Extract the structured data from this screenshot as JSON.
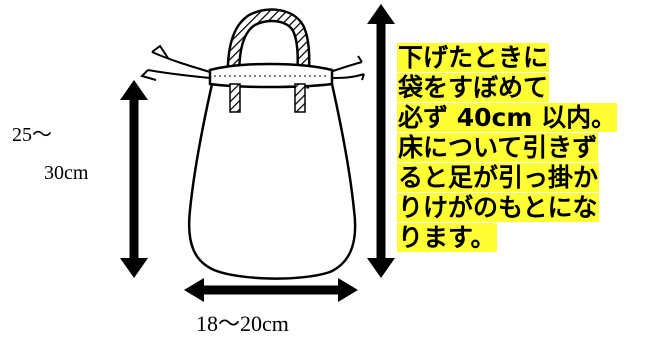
{
  "height_label": {
    "line1": "25～",
    "line2": "30cm"
  },
  "width_label": "18～20cm",
  "note_lines": [
    "下げたときに",
    "袋をすぼめて",
    "必ず 40cm 以内。",
    "床について引きず",
    "ると足が引っ掛か",
    "りけがのもとにな",
    "ります。"
  ],
  "colors": {
    "highlight": "#ffff33",
    "ink": "#000000"
  }
}
